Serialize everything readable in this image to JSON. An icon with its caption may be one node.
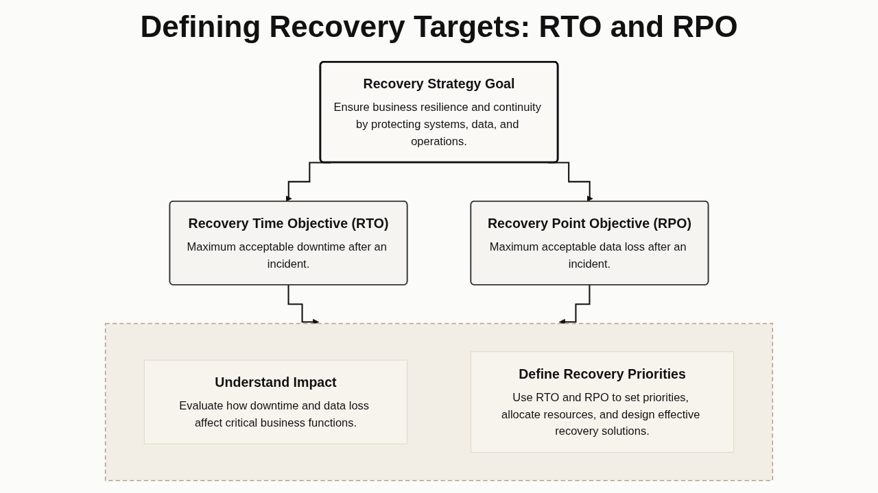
{
  "diagram": {
    "title": "Defining Recovery Targets: RTO and RPO",
    "nodes": [
      {
        "text": [
          "Recovery Strategy Goal",
          "Ensure business resilience and continuity by protecting systems, data, and operations."
        ]
      },
      {
        "text": [
          "Recovery Time Objective (RTO)",
          "Maximum acceptable downtime after an incident."
        ]
      },
      {
        "text": [
          "Recovery Point Objective (RPO)",
          "Maximum acceptable data loss after an incident."
        ]
      },
      {
        "text": [],
        "shape": "box"
      },
      {
        "text": [
          "Understand Impact",
          "Evaluate how downtime and data loss affect critical business functions."
        ],
        "in": 3
      },
      {
        "text": [
          "Define Recovery Priorities",
          "Use RTO and RPO to set priorities, allocate resources, and design effective recovery solutions."
        ],
        "in": 3
      }
    ],
    "edges": [
      {
        "from": 0,
        "to": 1,
        "arrow": "to"
      },
      {
        "from": 0,
        "to": 2,
        "arrow": "to"
      },
      {
        "from": 1,
        "to": 3,
        "arrow": "to"
      },
      {
        "from": 2,
        "to": 3,
        "arrow": "to"
      }
    ]
  }
}
